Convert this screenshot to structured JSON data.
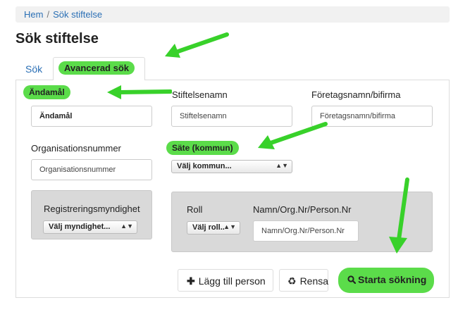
{
  "breadcrumb": {
    "home": "Hem",
    "separator": "/",
    "current": "Sök stiftelse"
  },
  "page": {
    "title": "Sök stiftelse"
  },
  "tabs": {
    "basic": "Sök",
    "advanced": "Avancerad sök"
  },
  "fields": {
    "purpose": {
      "label": "Ändamål",
      "placeholder": "Ändamål"
    },
    "foundation_name": {
      "label": "Stiftelsenamn",
      "placeholder": "Stiftelsenamn"
    },
    "company_name": {
      "label": "Företagsnamn/bifirma",
      "placeholder": "Företagsnamn/bifirma"
    },
    "org_number": {
      "label": "Organisationsnummer",
      "placeholder": "Organisationsnummer"
    },
    "seat": {
      "label": "Säte (kommun)",
      "select_value": "Välj kommun..."
    },
    "authority": {
      "label": "Registreringsmyndighet",
      "select_value": "Välj myndighet..."
    },
    "role": {
      "label": "Roll",
      "select_value": "Välj roll.."
    },
    "person": {
      "label": "Namn/Org.Nr/Person.Nr",
      "placeholder": "Namn/Org.Nr/Person.Nr"
    }
  },
  "buttons": {
    "add_person": "Lägg till person",
    "clear": "Rensa",
    "search": "Starta sökning"
  },
  "icons": {
    "plus": "plus-icon",
    "recycle": "recycle-icon",
    "search": "search-icon",
    "select": "updown-chevron-icon"
  },
  "colors": {
    "highlight": "#5bdc4a",
    "link": "#2a6fb5",
    "panel_grey": "#d9d9d9"
  }
}
